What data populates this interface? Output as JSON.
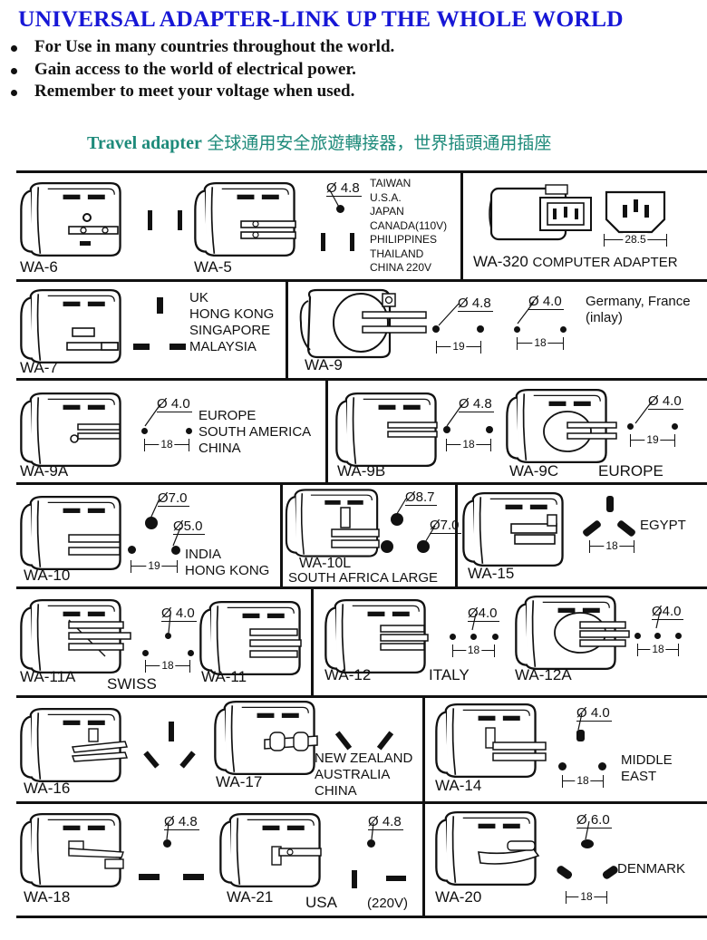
{
  "header": {
    "title": "UNIVERSAL ADAPTER-LINK UP THE WHOLE WORLD",
    "bullets": [
      "For Use in many countries throughout the world.",
      "Gain access to the world of electrical power.",
      "Remember to meet your voltage when used."
    ],
    "subtitle_en": "Travel adapter",
    "subtitle_zh": "全球通用安全旅遊轉接器，世界插頭通用插座"
  },
  "models": {
    "wa6": "WA-6",
    "wa5": "WA-5",
    "wa320": "WA-320",
    "wa320_desc": "COMPUTER ADAPTER",
    "wa7": "WA-7",
    "wa9": "WA-9",
    "wa9a": "WA-9A",
    "wa9b": "WA-9B",
    "wa9c": "WA-9C",
    "wa10": "WA-10",
    "wa10l": "WA-10L",
    "wa15": "WA-15",
    "wa11a": "WA-11A",
    "wa11": "WA-11",
    "wa12": "WA-12",
    "wa12a": "WA-12A",
    "wa16": "WA-16",
    "wa17": "WA-17",
    "wa14": "WA-14",
    "wa18": "WA-18",
    "wa21": "WA-21",
    "wa20": "WA-20"
  },
  "countries": {
    "row1": "TAIWAN\nU.S.A.\nJAPAN\nCANADA(110V)\nPHILIPPINES\nTHAILAND\nCHINA 220V",
    "row2a": "UK\nHONG KONG\nSINGAPORE\nMALAYSIA",
    "row2b": "Germany, France\n(inlay)",
    "row3a": "EUROPE\nSOUTH AMERICA\nCHINA",
    "row3b": "EUROPE",
    "row4a": "INDIA\nHONG KONG",
    "row4b": "SOUTH AFRICA LARGE",
    "row4c": "EGYPT",
    "row5a": "SWISS",
    "row5b": "ITALY",
    "row6a": "NEW ZEALAND\nAUSTRALIA\nCHINA",
    "row6b": "MIDDLE\nEAST",
    "row7a": "USA",
    "row7b": "(220V)",
    "row7c": "DENMARK"
  },
  "diameters": {
    "d48": "Ø 4.8",
    "d40": "Ø 4.0",
    "d70": "Ø7.0",
    "d50": "Ø5.0",
    "d87": "Ø8.7",
    "d70b": "Ø7.0",
    "d40b": "Ø4.0",
    "d60": "Ø 6.0"
  },
  "dimensions": {
    "d285": "28.5",
    "d19": "19",
    "d18": "18"
  }
}
